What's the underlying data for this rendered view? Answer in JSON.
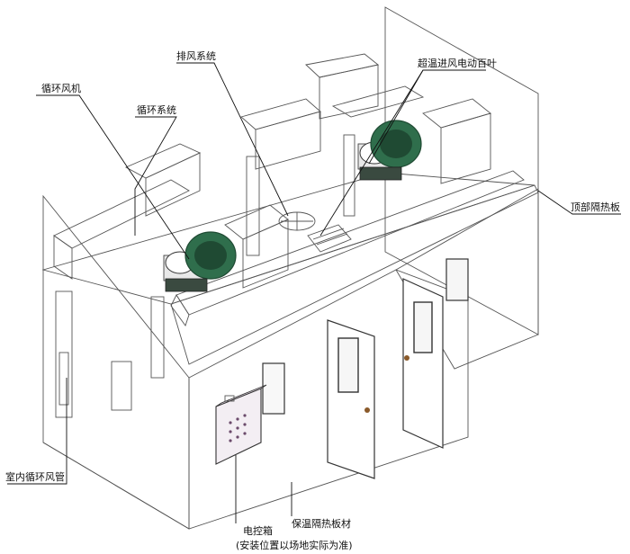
{
  "labels": {
    "circ_fan": "循环风机",
    "circ_system": "循环系统",
    "exhaust_system": "排风系统",
    "damper": "超温进风电动百叶",
    "top_insulation": "顶部隔热板",
    "indoor_duct": "室内循环风管",
    "control_box": "电控箱",
    "control_box_note": "(安装位置以场地实际为准)",
    "insulation_panel": "保温隔热板材"
  },
  "colors": {
    "wall": "#ece1ec",
    "wall_dark": "#dccbdc",
    "duct": "#e4d6e4",
    "edge": "#555555",
    "fan_green": "#2f6e4c",
    "fan_dark": "#1f4a33",
    "motor": "#e8e8e8"
  }
}
